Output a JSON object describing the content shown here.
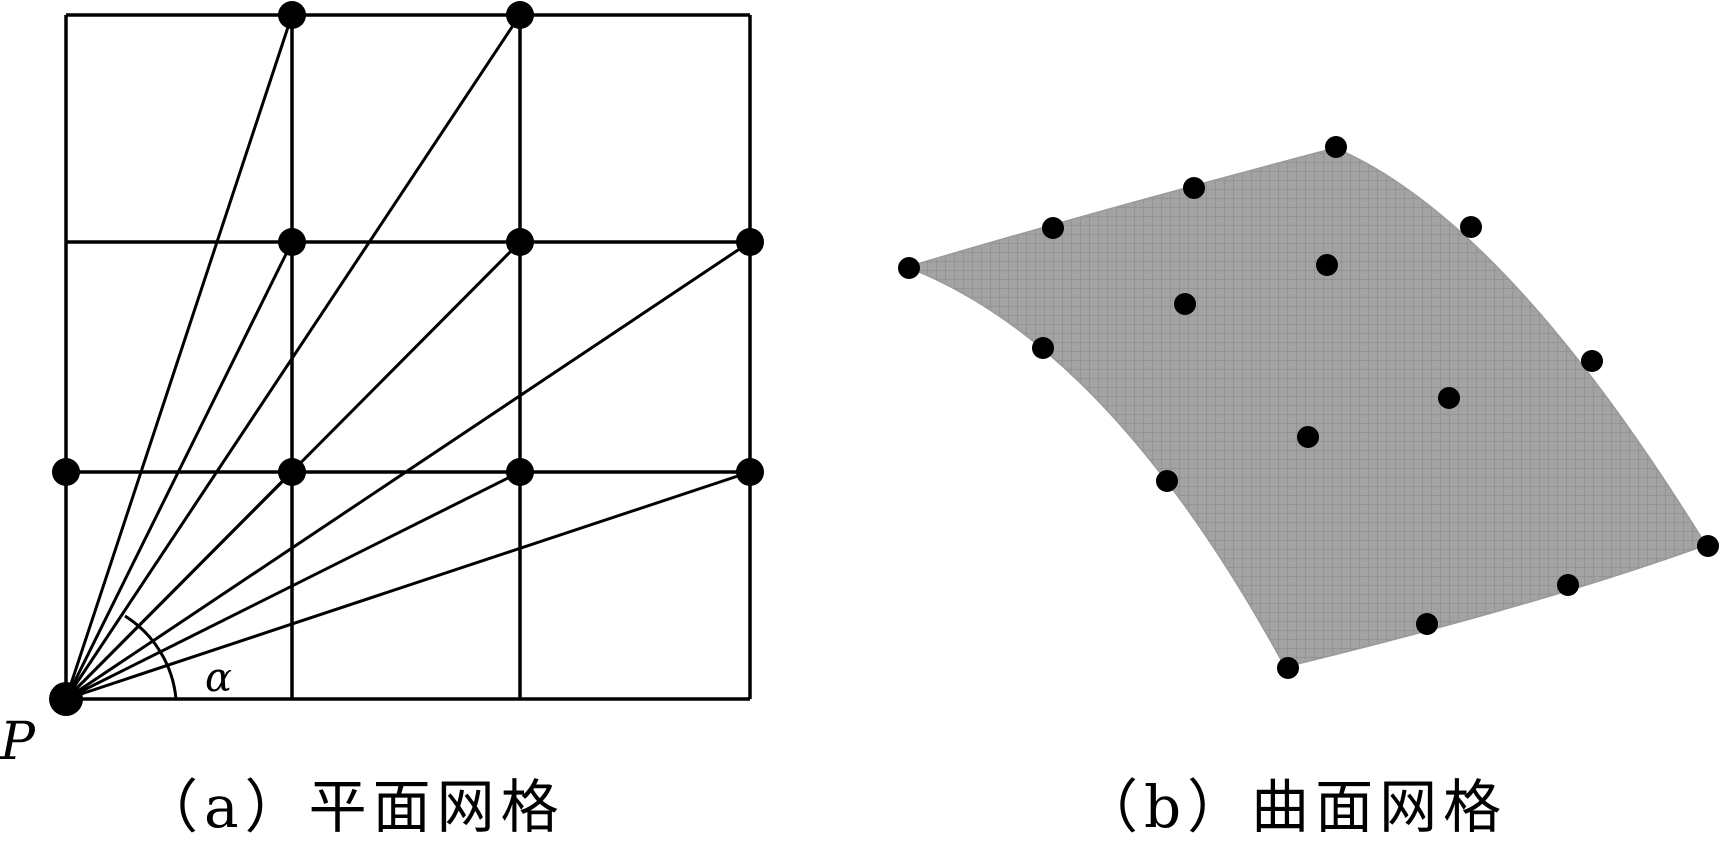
{
  "diagram": {
    "point_label": "P",
    "angle_label": "α",
    "captions": {
      "a": "（a）平面网格",
      "b": "（b）曲面网格"
    },
    "colors": {
      "line": "#000000",
      "surface": "#a3a3a3",
      "surface_mesh": "#8a8a8a",
      "node": "#000000"
    }
  }
}
